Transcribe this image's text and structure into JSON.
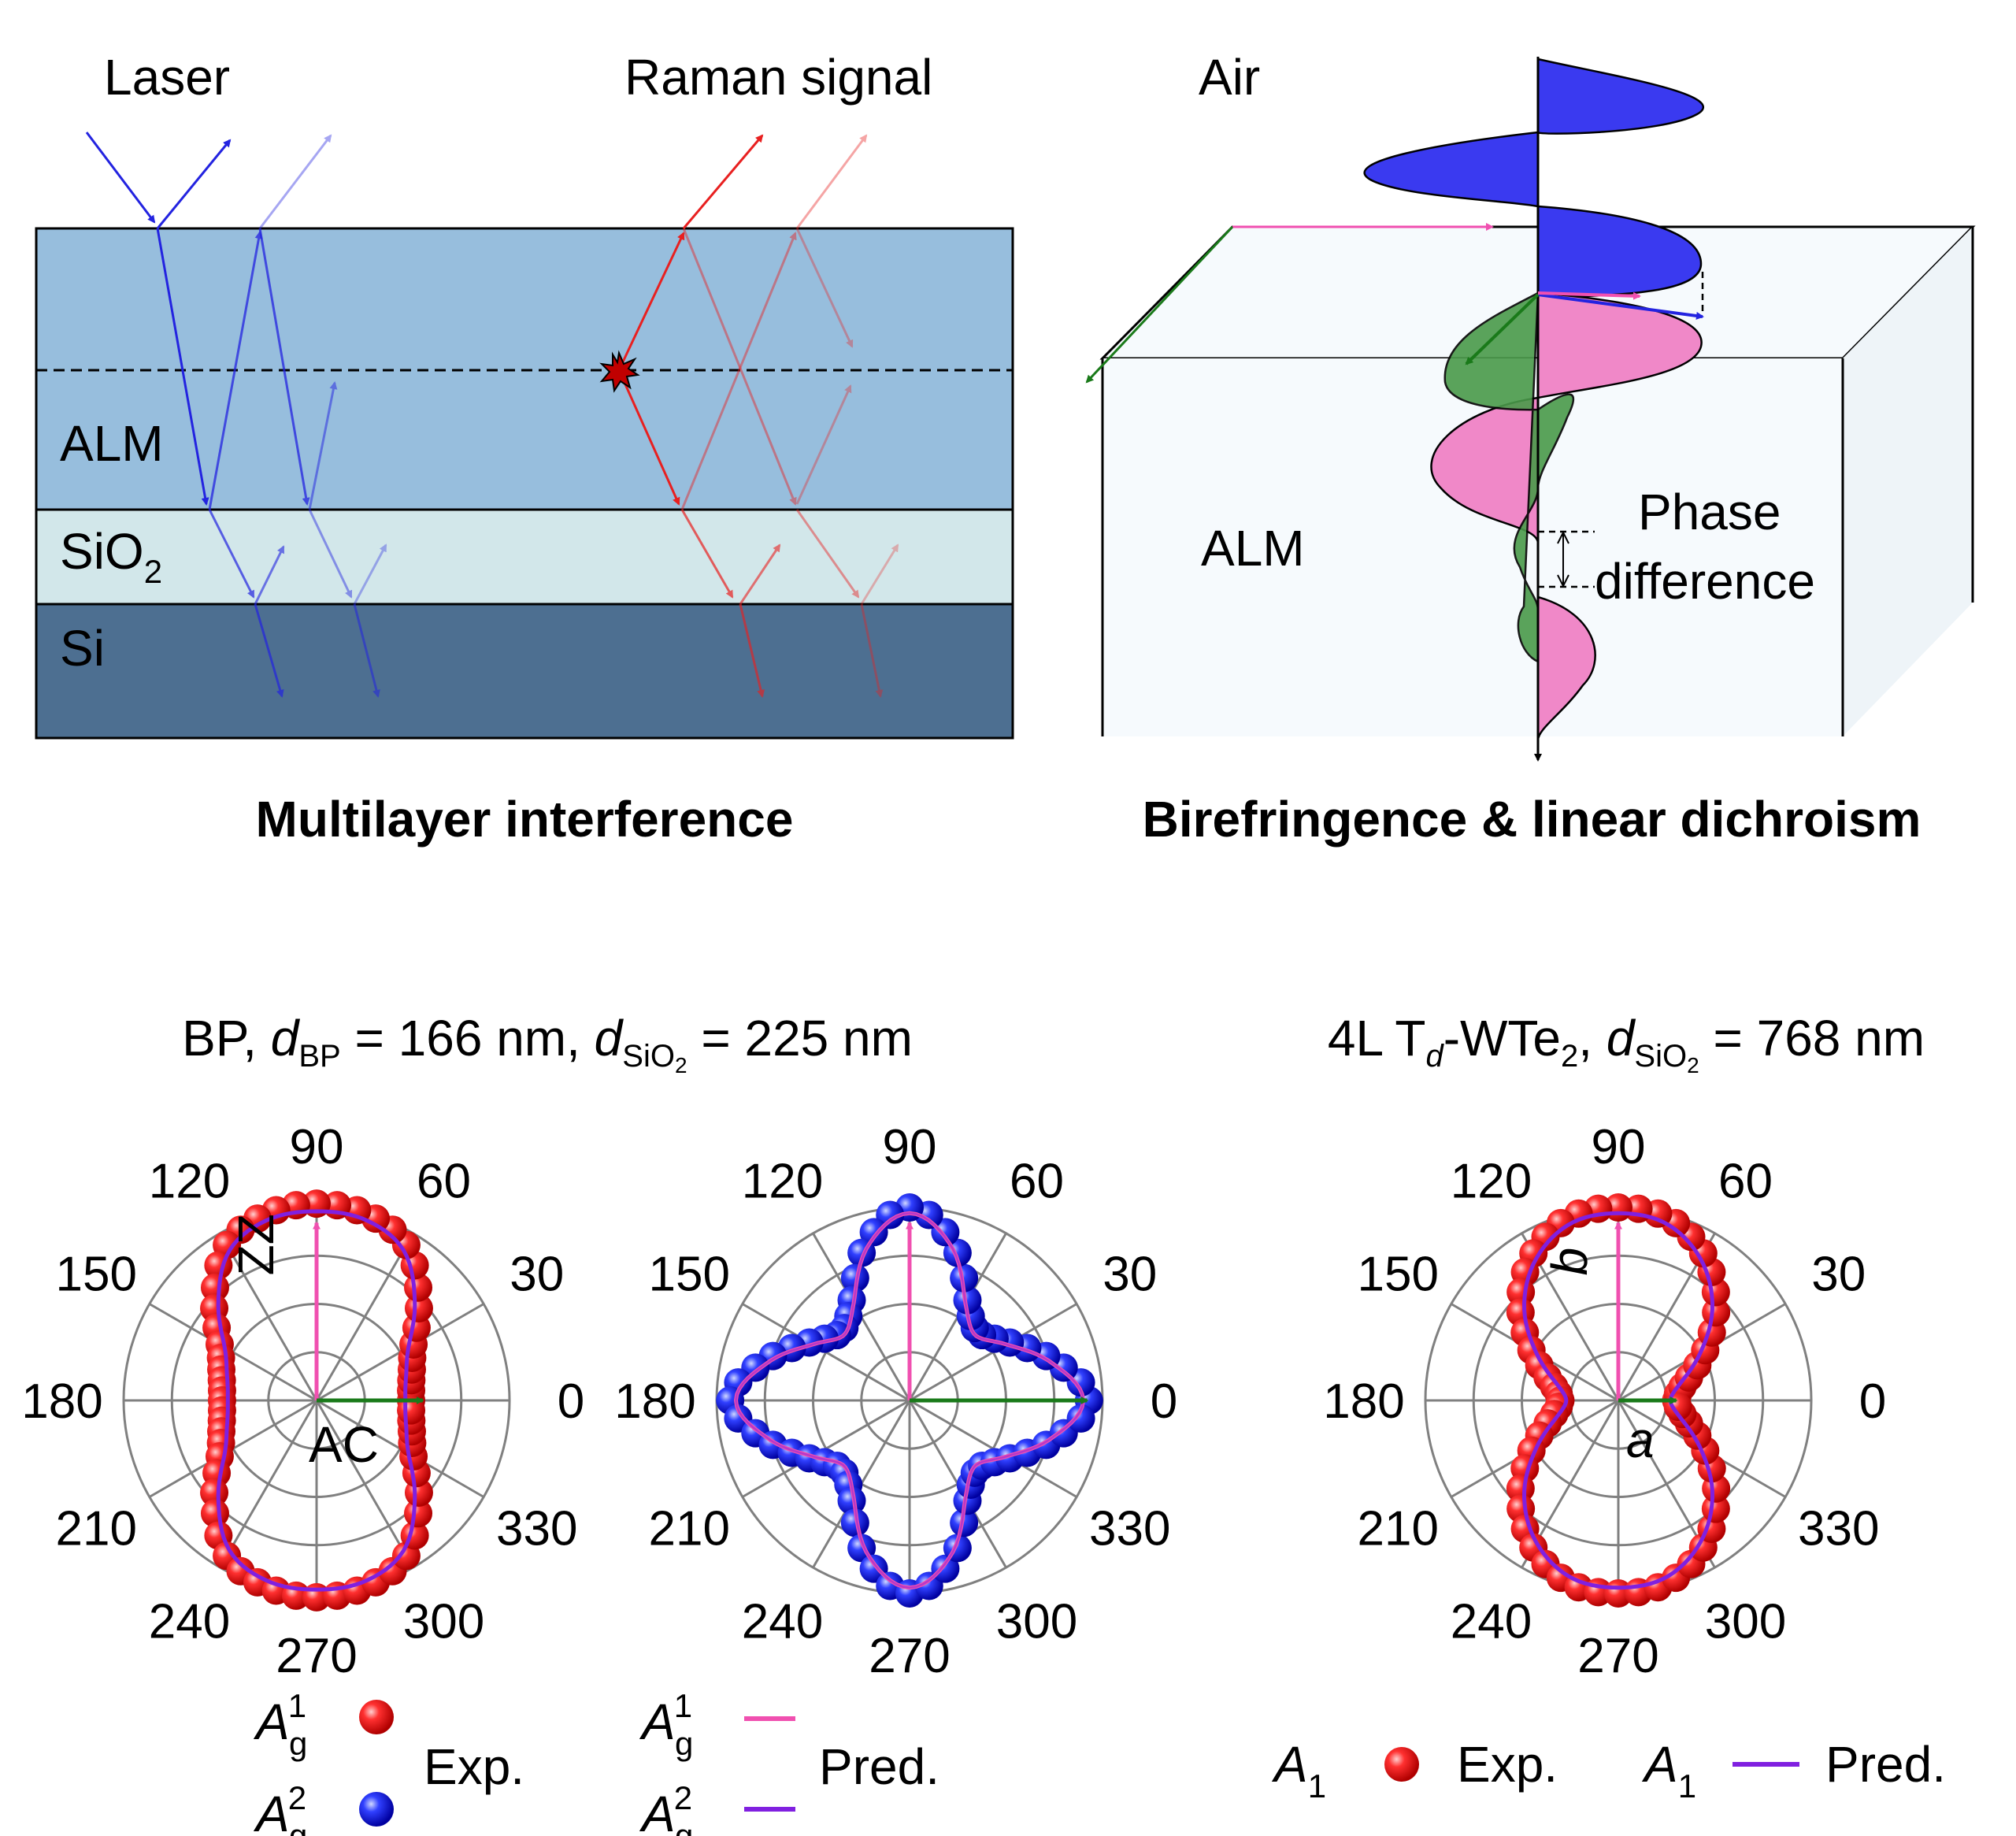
{
  "panel_a": {
    "laser_label": "Laser",
    "raman_label": "Raman signal",
    "layers": [
      {
        "name": "ALM",
        "color": "#97bedd"
      },
      {
        "name": "SiO2",
        "color": "#d2e7ea"
      },
      {
        "name": "Si",
        "color": "#4d6f91"
      }
    ],
    "sio2_base": "SiO",
    "sio2_sub": "2",
    "caption": "Multilayer interference"
  },
  "panel_b": {
    "air_label": "Air",
    "alm_label": "ALM",
    "phase_label_line1": "Phase",
    "phase_label_line2": "difference",
    "caption": "Birefringence & linear dichroism"
  },
  "colors": {
    "laser": "#2323e0",
    "raman": "#e82020",
    "pink": "#f050b0",
    "green": "#1a7a1a",
    "purple": "#8020e0",
    "blue_fill": "#3a3af0",
    "pink_fill": "#f088c8",
    "green_fill": "#4a9a4a"
  },
  "bp_title": {
    "prefix": "BP, ",
    "d": "d",
    "sub_bp": "BP",
    "mid": " = 166 nm, ",
    "d2": "d",
    "sub_sio": "SiO",
    "sub_sio_2": "2",
    "suffix": " = 225 nm"
  },
  "wte2_title": {
    "prefix": "4L T",
    "sub_d": "d",
    "mid": "-WTe",
    "sub_2": "2",
    "comma": ", ",
    "d": "d",
    "sub_sio": "SiO",
    "sub_sio_2": "2",
    "suffix": " = 768 nm"
  },
  "polar_angle_labels": [
    "0",
    "30",
    "60",
    "90",
    "120",
    "150",
    "180",
    "210",
    "240",
    "270",
    "300",
    "330"
  ],
  "axis_labels": {
    "zz": "ZZ",
    "ac": "AC",
    "b": "b",
    "a": "a"
  },
  "legend_bp": {
    "A": "A",
    "g": "g",
    "sup1": "1",
    "sup2": "2",
    "exp": "Exp.",
    "pred": "Pred."
  },
  "legend_wte2": {
    "A": "A",
    "sub1": "1",
    "exp": "Exp.",
    "pred": "Pred."
  },
  "chart_data": [
    {
      "type": "scatter",
      "coordinate_system": "polar",
      "panel": "BP A_g^1",
      "angles_deg": [
        0,
        15,
        30,
        45,
        60,
        75,
        90,
        105,
        120,
        135,
        150,
        165,
        180,
        195,
        210,
        225,
        240,
        255,
        270,
        285,
        300,
        315,
        330,
        345
      ],
      "series": [
        {
          "name": "Exp.",
          "values": [
            0.49,
            0.51,
            0.58,
            0.75,
            0.93,
            1.0,
            1.02,
            1.0,
            0.93,
            0.75,
            0.58,
            0.51,
            0.49,
            0.51,
            0.58,
            0.75,
            0.93,
            1.0,
            1.02,
            1.0,
            0.93,
            0.75,
            0.58,
            0.51
          ]
        },
        {
          "name": "Pred.",
          "values": [
            0.46,
            0.48,
            0.55,
            0.72,
            0.9,
            0.97,
            0.98,
            0.97,
            0.9,
            0.72,
            0.55,
            0.48,
            0.46,
            0.48,
            0.55,
            0.72,
            0.9,
            0.97,
            0.98,
            0.97,
            0.9,
            0.72,
            0.55,
            0.48
          ]
        }
      ],
      "axis_arrows": [
        "ZZ",
        "AC"
      ]
    },
    {
      "type": "scatter",
      "coordinate_system": "polar",
      "panel": "BP A_g^2",
      "angles_deg": [
        0,
        15,
        30,
        45,
        60,
        75,
        90,
        105,
        120,
        135,
        150,
        165,
        180,
        195,
        210,
        225,
        240,
        255,
        270,
        285,
        300,
        315,
        330,
        345
      ],
      "series": [
        {
          "name": "Exp.",
          "values": [
            0.93,
            0.78,
            0.6,
            0.5,
            0.6,
            0.85,
            1.0,
            0.85,
            0.6,
            0.5,
            0.6,
            0.78,
            0.93,
            0.78,
            0.6,
            0.5,
            0.6,
            0.85,
            1.0,
            0.85,
            0.6,
            0.5,
            0.6,
            0.78
          ]
        },
        {
          "name": "Pred.",
          "values": [
            0.9,
            0.76,
            0.58,
            0.48,
            0.58,
            0.83,
            0.97,
            0.83,
            0.58,
            0.48,
            0.58,
            0.76,
            0.9,
            0.76,
            0.58,
            0.48,
            0.58,
            0.83,
            0.97,
            0.83,
            0.58,
            0.48,
            0.58,
            0.76
          ]
        }
      ],
      "axis_arrows": [
        "ZZ",
        "AC"
      ]
    },
    {
      "type": "scatter",
      "coordinate_system": "polar",
      "panel": "4L Td-WTe2 A1",
      "angles_deg": [
        0,
        15,
        30,
        45,
        60,
        75,
        90,
        105,
        120,
        135,
        150,
        165,
        180,
        195,
        210,
        225,
        240,
        255,
        270,
        285,
        300,
        315,
        330,
        345
      ],
      "series": [
        {
          "name": "Exp.",
          "values": [
            0.3,
            0.36,
            0.52,
            0.72,
            0.88,
            0.98,
            1.0,
            0.98,
            0.88,
            0.72,
            0.52,
            0.36,
            0.3,
            0.36,
            0.52,
            0.72,
            0.88,
            0.98,
            1.0,
            0.98,
            0.88,
            0.72,
            0.52,
            0.36
          ]
        },
        {
          "name": "Pred.",
          "values": [
            0.27,
            0.33,
            0.49,
            0.69,
            0.85,
            0.95,
            0.97,
            0.95,
            0.85,
            0.69,
            0.49,
            0.33,
            0.27,
            0.33,
            0.49,
            0.69,
            0.85,
            0.95,
            0.97,
            0.95,
            0.85,
            0.69,
            0.49,
            0.33
          ]
        }
      ],
      "axis_arrows": [
        "b",
        "a"
      ]
    }
  ]
}
